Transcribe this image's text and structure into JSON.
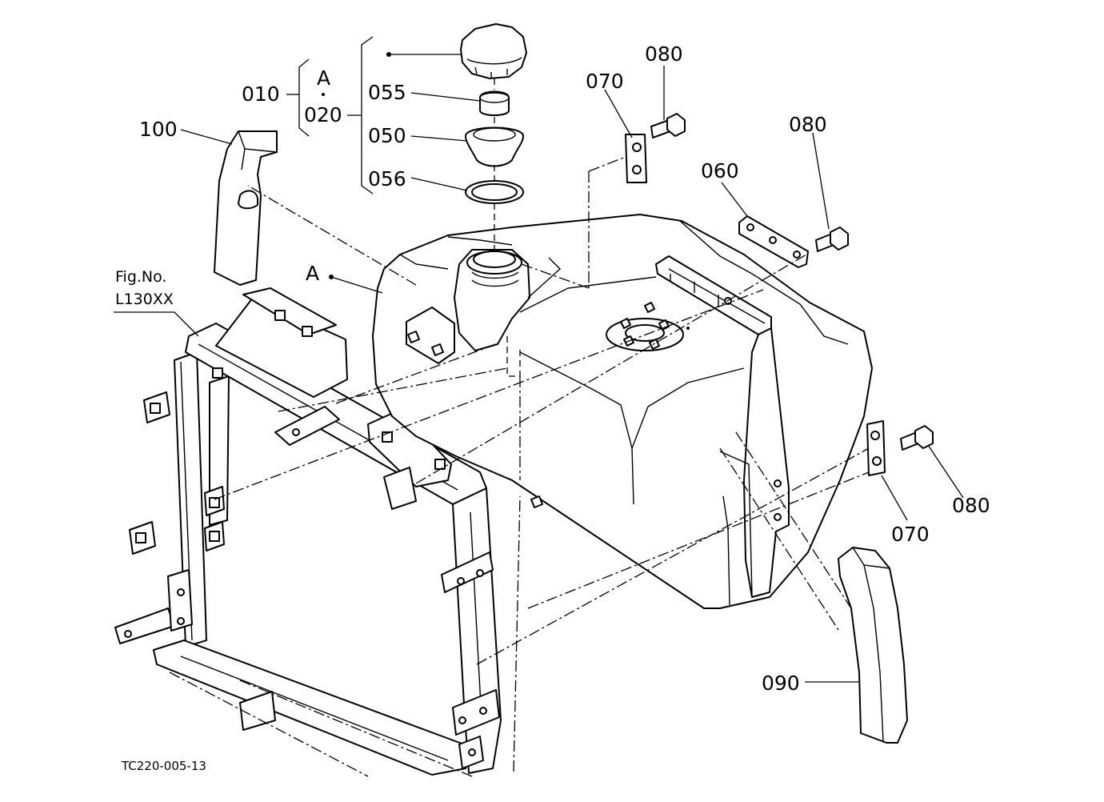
{
  "labels": {
    "p010": "010",
    "p020": "020",
    "pA_top": "A",
    "p055": "055",
    "p050": "050",
    "p056": "056",
    "p100": "100",
    "pA_tank": "A",
    "p070_top": "070",
    "p080_top": "080",
    "p080_mid": "080",
    "p060": "060",
    "p070_right": "070",
    "p080_right": "080",
    "p090": "090"
  },
  "figure_ref": {
    "line1": "Fig.No.",
    "line2": "L130XX"
  },
  "drawing_code": "TC220-005-13"
}
